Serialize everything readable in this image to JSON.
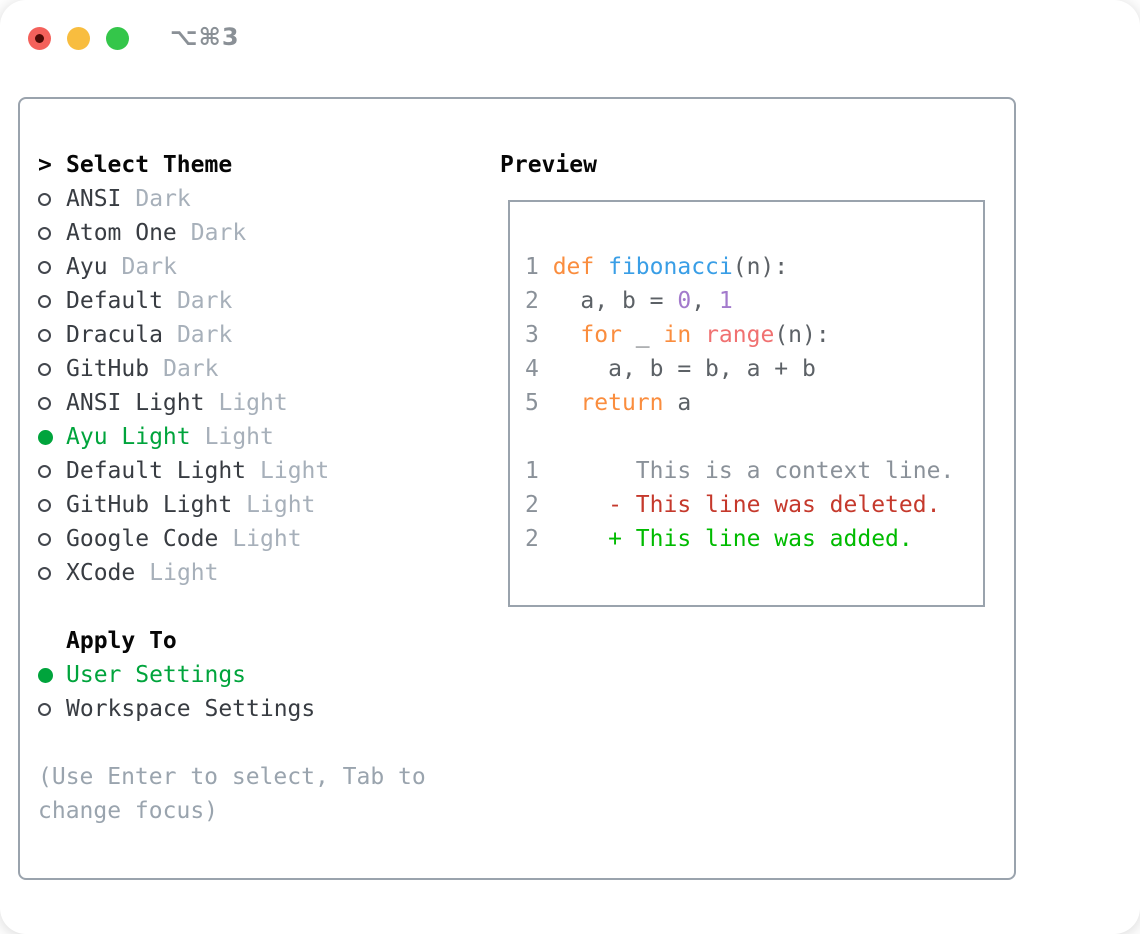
{
  "window": {
    "title": "⌥⌘3"
  },
  "colors": {
    "accent_green": "#00a43c",
    "border_gray": "#9aa3ad",
    "muted_gray": "#a7b0ba",
    "hint_gray": "#9aa4ae",
    "traffic_red": "#f4615b",
    "traffic_yellow": "#f8bd3f",
    "traffic_green": "#34c64a",
    "code_keyword_orange": "#fa8d3e",
    "code_function_blue": "#399ee6",
    "code_special_coral": "#f07171",
    "code_constant_purple": "#a37acc",
    "code_text_gray": "#5c6166",
    "code_lineno_gray": "#8a9199",
    "diff_deleted_red": "#c5392c",
    "diff_added_green": "#00bb00"
  },
  "theme_picker": {
    "prompt": ">",
    "header": "Select Theme",
    "items": [
      {
        "name": "ANSI",
        "variant": "Dark",
        "selected": false
      },
      {
        "name": "Atom One",
        "variant": "Dark",
        "selected": false
      },
      {
        "name": "Ayu",
        "variant": "Dark",
        "selected": false
      },
      {
        "name": "Default",
        "variant": "Dark",
        "selected": false
      },
      {
        "name": "Dracula",
        "variant": "Dark",
        "selected": false
      },
      {
        "name": "GitHub",
        "variant": "Dark",
        "selected": false
      },
      {
        "name": "ANSI Light",
        "variant": "Light",
        "selected": false
      },
      {
        "name": "Ayu Light",
        "variant": "Light",
        "selected": true
      },
      {
        "name": "Default Light",
        "variant": "Light",
        "selected": false
      },
      {
        "name": "GitHub Light",
        "variant": "Light",
        "selected": false
      },
      {
        "name": "Google Code",
        "variant": "Light",
        "selected": false
      },
      {
        "name": "XCode",
        "variant": "Light",
        "selected": false
      }
    ],
    "apply_to": {
      "header": "Apply To",
      "options": [
        {
          "name": "User Settings",
          "selected": true
        },
        {
          "name": "Workspace Settings",
          "selected": false
        }
      ]
    },
    "hint_lines": [
      "(Use Enter to select, Tab to",
      "change focus)"
    ]
  },
  "preview": {
    "header": "Preview",
    "lines": [
      {
        "segs": [
          {
            "t": "1 ",
            "c": "lineno"
          },
          {
            "t": "def",
            "c": "kw"
          },
          {
            "t": " ",
            "c": "txt"
          },
          {
            "t": "fibonacci",
            "c": "fn"
          },
          {
            "t": "(n):",
            "c": "txt"
          }
        ]
      },
      {
        "segs": [
          {
            "t": "2",
            "c": "lineno"
          },
          {
            "t": "   a, b = ",
            "c": "txt"
          },
          {
            "t": "0",
            "c": "const"
          },
          {
            "t": ", ",
            "c": "txt"
          },
          {
            "t": "1",
            "c": "const"
          }
        ]
      },
      {
        "segs": [
          {
            "t": "3",
            "c": "lineno"
          },
          {
            "t": "   ",
            "c": "txt"
          },
          {
            "t": "for",
            "c": "kw"
          },
          {
            "t": " _ ",
            "c": "txt"
          },
          {
            "t": "in",
            "c": "kw"
          },
          {
            "t": " ",
            "c": "txt"
          },
          {
            "t": "range",
            "c": "sp"
          },
          {
            "t": "(n):",
            "c": "txt"
          }
        ]
      },
      {
        "segs": [
          {
            "t": "4",
            "c": "lineno"
          },
          {
            "t": "     a, b = b, a + b",
            "c": "txt"
          }
        ]
      },
      {
        "segs": [
          {
            "t": "5",
            "c": "lineno"
          },
          {
            "t": "   ",
            "c": "txt"
          },
          {
            "t": "return",
            "c": "kw"
          },
          {
            "t": " a",
            "c": "txt"
          }
        ]
      },
      {
        "segs": [
          {
            "t": "",
            "c": "txt"
          }
        ]
      },
      {
        "segs": [
          {
            "t": "1",
            "c": "lineno"
          },
          {
            "t": "       ",
            "c": "txt"
          },
          {
            "t": "This is a context line.",
            "c": "ctx"
          }
        ]
      },
      {
        "segs": [
          {
            "t": "2",
            "c": "lineno"
          },
          {
            "t": "     ",
            "c": "txt"
          },
          {
            "t": "- This line was deleted.",
            "c": "del"
          }
        ]
      },
      {
        "segs": [
          {
            "t": "2",
            "c": "lineno"
          },
          {
            "t": "     ",
            "c": "txt"
          },
          {
            "t": "+ This line was added.",
            "c": "add"
          }
        ]
      }
    ]
  }
}
